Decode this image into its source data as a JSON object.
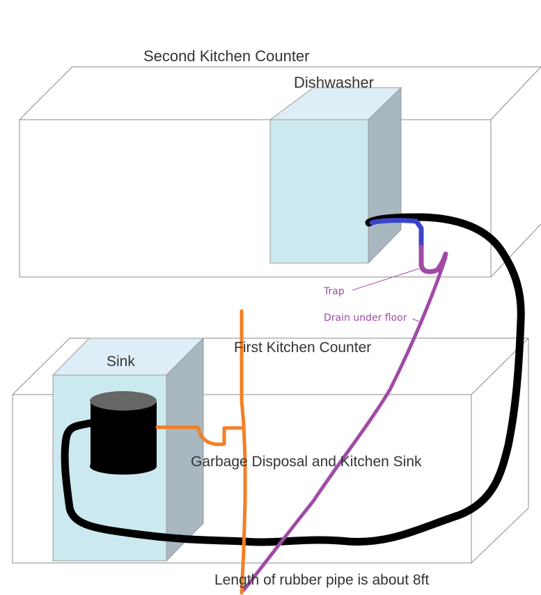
{
  "labels": {
    "second_counter": "Second Kitchen Counter",
    "dishwasher": "Dishwasher",
    "first_counter": "First Kitchen Counter",
    "sink": "Sink",
    "disposal": "Garbage Disposal and Kitchen Sink",
    "pipe_length_note": "Length of rubber pipe is about 8ft"
  },
  "annotations": {
    "trap": "Trap",
    "drain": "Drain under floor"
  },
  "colors": {
    "rubber_pipe": "#000000",
    "dishwasher_outlet": "#3b44c8",
    "drain": "#a04aa6",
    "vent_pipe": "#f47f24",
    "appliance_front": "#cde9f0",
    "appliance_top": "#ddeef6",
    "appliance_side": "#a9b7c1",
    "disposal_body": "#000000",
    "disposal_top": "#666666"
  }
}
